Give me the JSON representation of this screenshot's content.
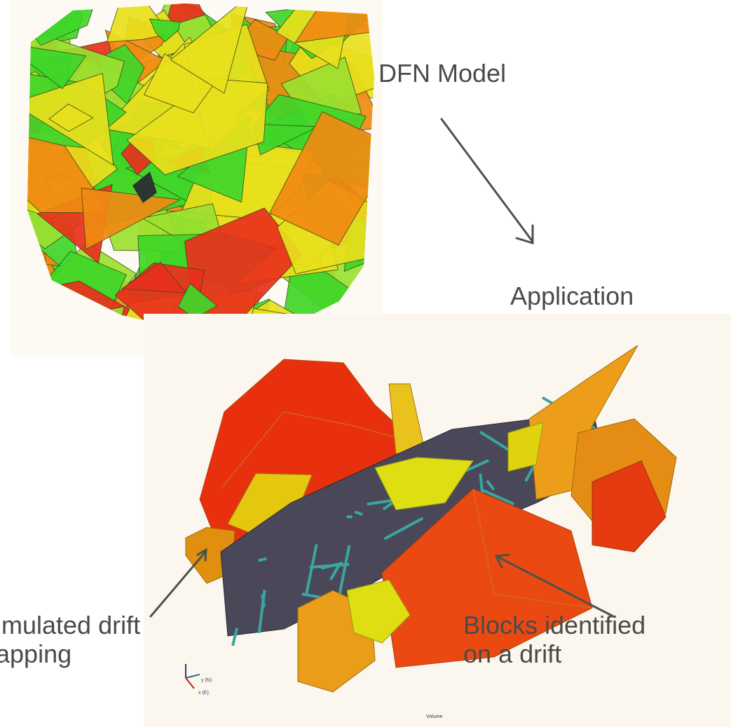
{
  "labels": {
    "dfn_model": "DFN Model",
    "application": "Application",
    "simulated_drift_line1": "imulated drift",
    "simulated_drift_line2": "apping",
    "blocks_line1": "Blocks identified",
    "blocks_line2": "on a drift"
  },
  "figure_text": {
    "axis_y": "y (N)",
    "axis_x": "x (E)",
    "volume": "Volume"
  },
  "colors": {
    "label_text": "#4a4a4a",
    "arrow": "#4d5248",
    "fracture_green": "#3fd629",
    "fracture_lightgreen": "#9be030",
    "fracture_yellow": "#e8e01c",
    "fracture_orange": "#f08a12",
    "fracture_red": "#e8301c",
    "block_red": "#e8300f",
    "block_orange": "#f09a15",
    "block_yellow": "#dede12",
    "drift_grey": "#4a4858",
    "drift_trace": "#3aa6a0"
  }
}
